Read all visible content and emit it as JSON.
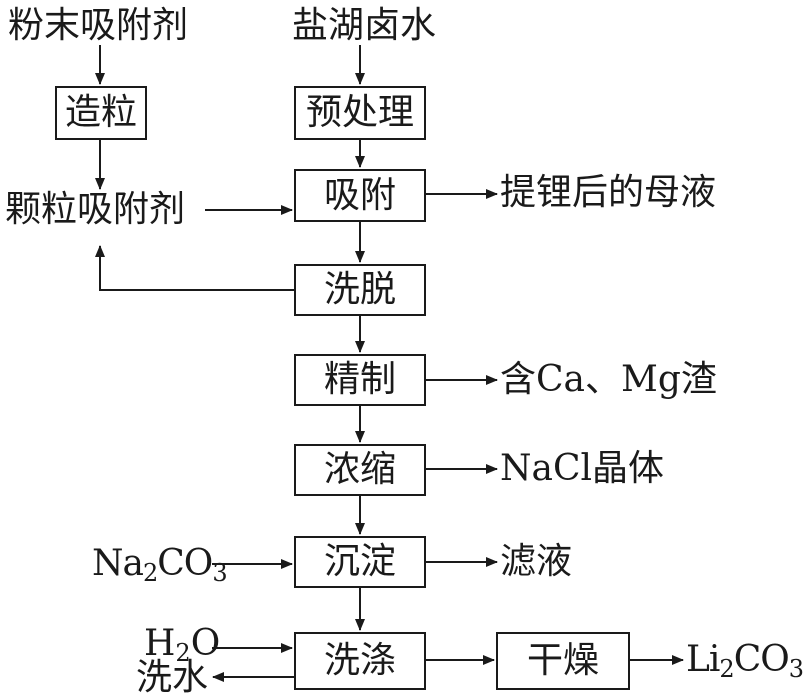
{
  "inputs": {
    "powder_adsorbent": "粉末吸附剂",
    "salt_lake_brine": "盐湖卤水",
    "granular_adsorbent": "颗粒吸附剂",
    "na2co3": {
      "a": "Na",
      "sub": "2",
      "b": "CO",
      "sub2": "3"
    },
    "h2o": {
      "a": "H",
      "sub": "2",
      "b": "O"
    }
  },
  "steps": {
    "granulation": "造粒",
    "pretreatment": "预处理",
    "adsorption": "吸附",
    "elution": "洗脱",
    "refining": "精制",
    "concentration": "浓缩",
    "precipitation": "沉淀",
    "washing": "洗涤",
    "drying": "干燥"
  },
  "outputs": {
    "mother_liquor": "提锂后的母液",
    "ca_mg_residue": "含Ca、Mg渣",
    "nacl_crystal": "NaCl晶体",
    "filtrate": "滤液",
    "wash_water": "洗水",
    "li2co3": {
      "a": "Li",
      "sub": "2",
      "b": "CO",
      "sub2": "3"
    }
  }
}
